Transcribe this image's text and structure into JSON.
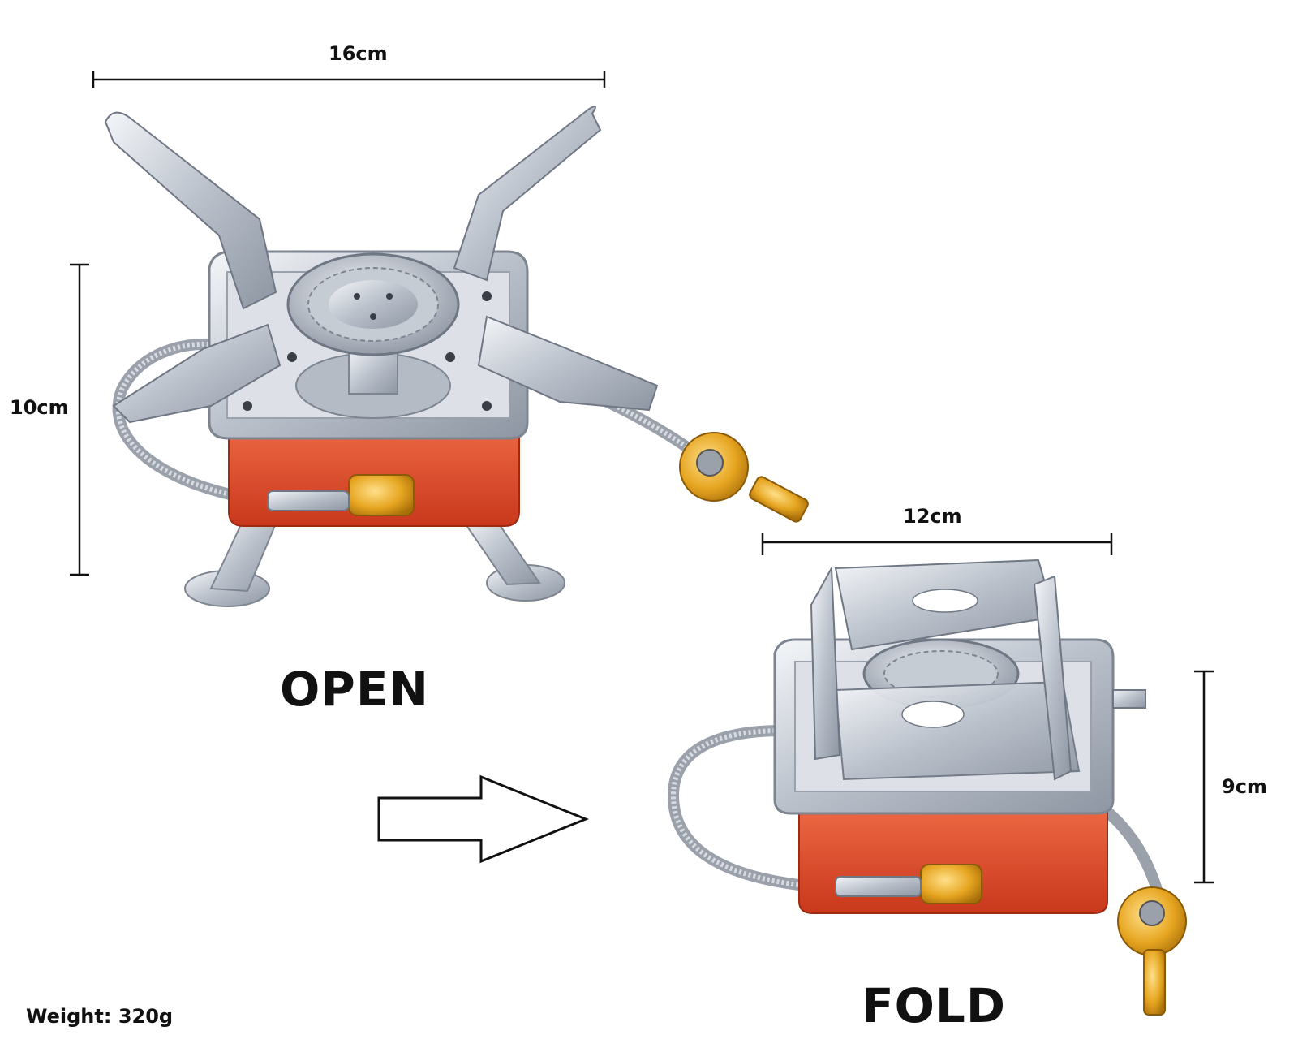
{
  "labels": {
    "open_width": "16cm",
    "open_height": "10cm",
    "fold_width": "12cm",
    "fold_height": "9cm",
    "open_state": "OPEN",
    "fold_state": "FOLD",
    "weight": "Weight: 320g"
  },
  "colors": {
    "body_red": "#e04a2a",
    "steel": "#c9ced6",
    "brass": "#e6a520",
    "line": "#111111"
  }
}
